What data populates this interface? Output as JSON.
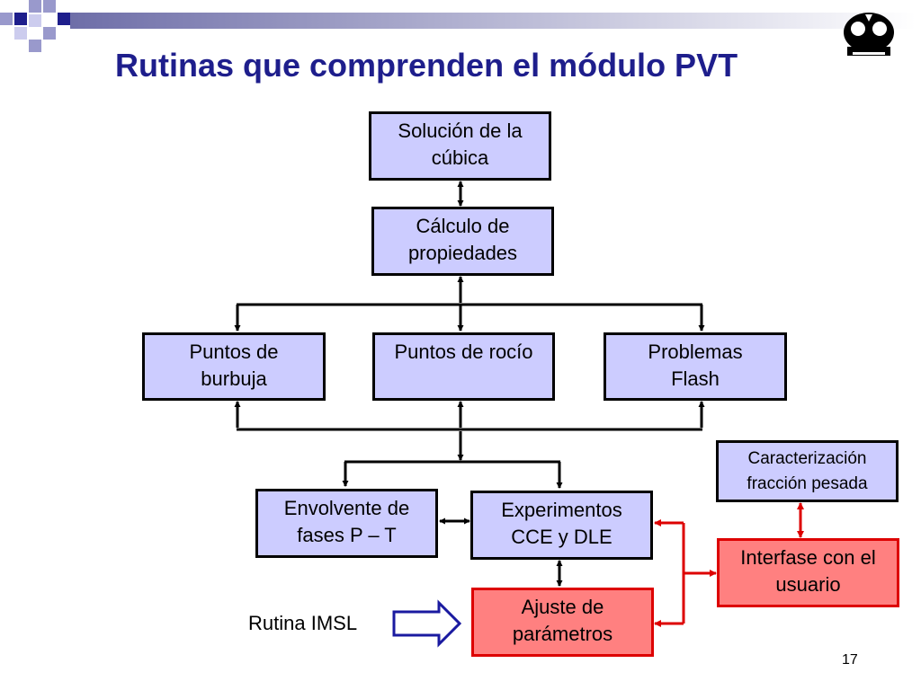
{
  "slide": {
    "title": "Rutinas que comprenden el módulo PVT",
    "page_number": "17",
    "logo_icon": "owl-logo-icon"
  },
  "boxes": {
    "cubica": "Solución de la\ncúbica",
    "propiedades": "Cálculo de\npropiedades",
    "burbuja": "Puntos de\nburbuja",
    "rocio": "Puntos de rocío",
    "flash": "Problemas\nFlash",
    "caracterizacion": "Caracterización\nfracción pesada",
    "envolvente": "Envolvente de\nfases P – T",
    "experimentos": "Experimentos\nCCE y DLE",
    "interfase": "Interfase con el\nusuario",
    "ajuste": "Ajuste de\nparámetros"
  },
  "imsl": {
    "label": "Rutina IMSL"
  },
  "colors": {
    "title": "#1e1e8c",
    "box_blue": "#ccccff",
    "box_red": "#ff8080",
    "arrow_red": "#dd0000",
    "arrow_black": "#000000",
    "arrow_blue_outline": "#1a1aa0"
  }
}
